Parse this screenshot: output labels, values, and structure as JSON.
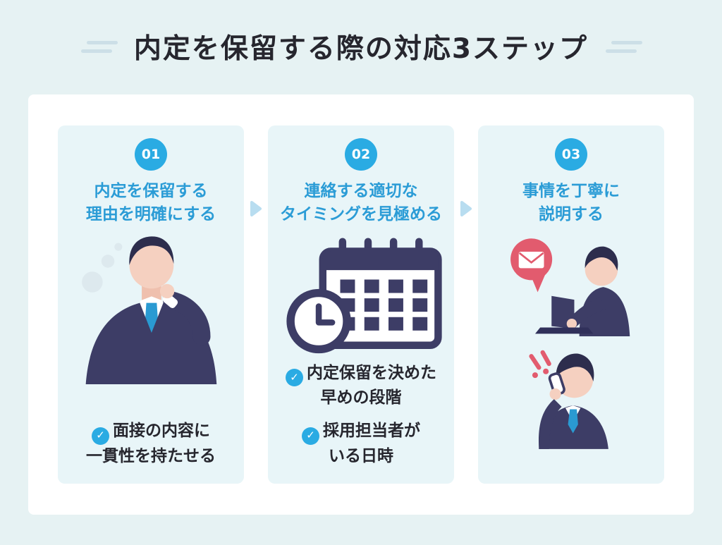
{
  "title": {
    "text": "内定を保留する際の対応3ステップ"
  },
  "steps": [
    {
      "number": "01",
      "heading": [
        "内定を保留する",
        "理由を明確にする"
      ],
      "illustration": "thinking-businessman",
      "points": [
        {
          "lines": [
            "面接の内容に",
            "一貫性を持たせる"
          ]
        }
      ]
    },
    {
      "number": "02",
      "heading": [
        "連絡する適切な",
        "タイミングを見極める"
      ],
      "illustration": "calendar-and-clock",
      "points": [
        {
          "lines": [
            "内定保留を決めた",
            "早めの段階"
          ]
        },
        {
          "lines": [
            "採用担当者が",
            "いる日時"
          ]
        }
      ]
    },
    {
      "number": "03",
      "heading": [
        "事情を丁寧に",
        "説明する"
      ],
      "illustration": "email-laptop-person and phone-call-person",
      "points": []
    }
  ],
  "icons": {
    "check_glyph": "✓",
    "step_arrow": "chevron-right",
    "title_decoration": "double-lines"
  },
  "colors": {
    "page_background": "#e6f2f3",
    "card_background": "#ffffff",
    "step_panel_background": "#e8f5f8",
    "accent_cyan": "#2aabe3",
    "heading_blue": "#2b9cd6",
    "dark_text": "#26262e",
    "arrow_blue": "#b8ddf0",
    "suit_navy": "#3d3d66",
    "hair_navy": "#2d2d4d",
    "tie_blue": "#2a9ad2",
    "skin": "#f5d0c0",
    "mail_red": "#e25b6e"
  }
}
